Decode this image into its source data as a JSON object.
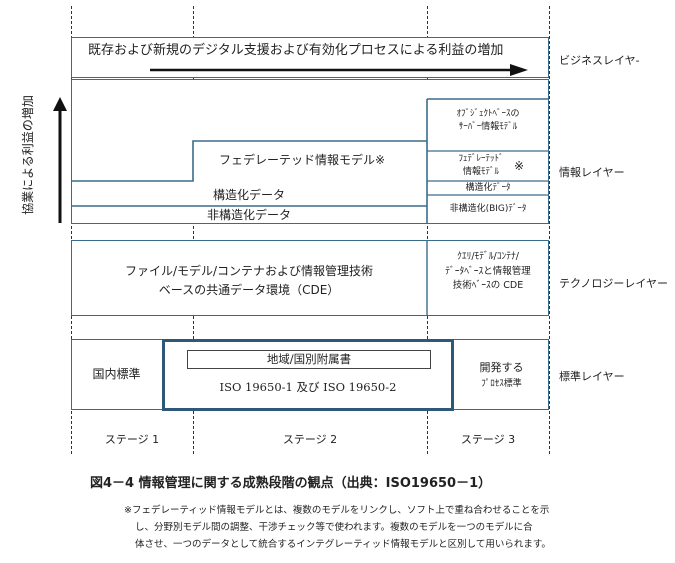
{
  "diagram": {
    "business_title": "既存および新規のデジタル支援および有効化プロセスによる利益の増加",
    "left_axis_label": "協業による利益の増加",
    "layers": {
      "business": "ビジネスレイヤ-",
      "information": "情報レイヤー",
      "technology": "テクノロジーレイヤー",
      "standards": "標準レイヤー"
    },
    "info": {
      "object_base_line1": "ｵﾌﾞｼﾞｪｸﾄﾍﾞｰｽの",
      "object_base_line2": "ｻｰﾊﾞｰ情報ﾓﾃﾞﾙ",
      "federated_large": "フェデレーテッド情報モデル※",
      "federated_small_line1": "ﾌｪﾃﾞﾚｰﾃｯﾄﾞ",
      "federated_small_line2": "情報ﾓﾃﾞﾙ",
      "federated_small_mark": "※",
      "structured": "構造化データ",
      "structured_small": "構造化ﾃﾞｰﾀ",
      "unstructured": "非構造化データ",
      "unstructured_big": "非構造化(BIG)ﾃﾞｰﾀ"
    },
    "tech": {
      "main_line1": "ファイル/モデル/コンテナおよび情報管理技術",
      "main_line2": "ベースの共通データ環境（CDE）",
      "right_line1": "ｸｴﾘ/ﾓﾃﾞﾙ/ｺﾝﾃﾅ/",
      "right_line2": "ﾃﾞｰﾀﾍﾞｰｽと情報管理",
      "right_line3": "技術ﾍﾞｰｽの CDE"
    },
    "standards": {
      "domestic": "国内標準",
      "annex": "地域/国別附属書",
      "iso": "ISO 19650-1 及び ISO 19650-2",
      "developing_line1": "開発する",
      "developing_line2": "ﾌﾟﾛｾｽ標準"
    },
    "stages": [
      "ステージ 1",
      "ステージ 2",
      "ステージ 3"
    ]
  },
  "caption": "図4－4 情報管理に関する成熟段階の観点（出典：ISO19650－1）",
  "notes": [
    "※フェデレーティッド情報モデルとは、複数のモデルをリンクし、ソフト上で重ね合わせることを示",
    "し、分野別モデル間の調整、干渉チェック等で使われます。複数のモデルを一つのモデルに合",
    "体させ、一つのデータとして統合するインテグレーティッド情報モデルと区別して用いられます。"
  ],
  "colors": {
    "border": "#3a6c8a",
    "border_thick": "#2d5878"
  }
}
